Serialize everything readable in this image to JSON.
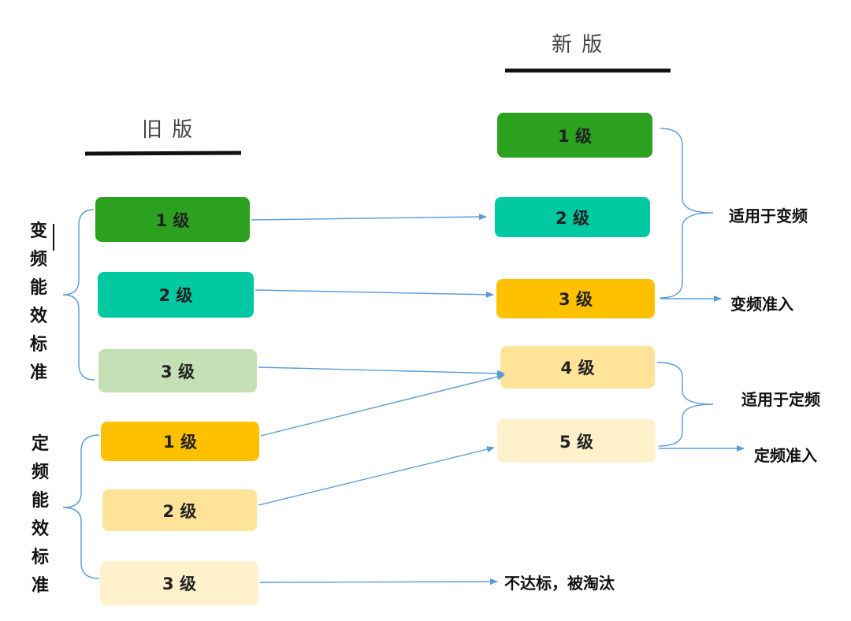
{
  "headings": {
    "new": "新 版",
    "old": "旧 版"
  },
  "side_labels": {
    "inverter": "变频能效标准",
    "fixed": "定频能效标准"
  },
  "old_boxes": [
    {
      "label": "1 级",
      "color": "#2ca01f"
    },
    {
      "label": "2 级",
      "color": "#00c8a0"
    },
    {
      "label": "3 级",
      "color": "#c5e0b4"
    },
    {
      "label": "1 级",
      "color": "#ffc000"
    },
    {
      "label": "2 级",
      "color": "#ffe399"
    },
    {
      "label": "3 级",
      "color": "#fff1cc"
    }
  ],
  "new_boxes": [
    {
      "label": "1 级",
      "color": "#2ca01f"
    },
    {
      "label": "2 级",
      "color": "#00c8a0"
    },
    {
      "label": "3 级",
      "color": "#ffc000"
    },
    {
      "label": "4 级",
      "color": "#ffe399"
    },
    {
      "label": "5 级",
      "color": "#fff1cc"
    }
  ],
  "notes": {
    "inverter_applies": "适用于变频",
    "inverter_entry": "变频准入",
    "fixed_applies": "适用于定频",
    "fixed_entry": "定频准入",
    "eliminated": "不达标，被淘汰"
  },
  "colors": {
    "connector": "#5b9bd5",
    "rule": "#111111"
  }
}
